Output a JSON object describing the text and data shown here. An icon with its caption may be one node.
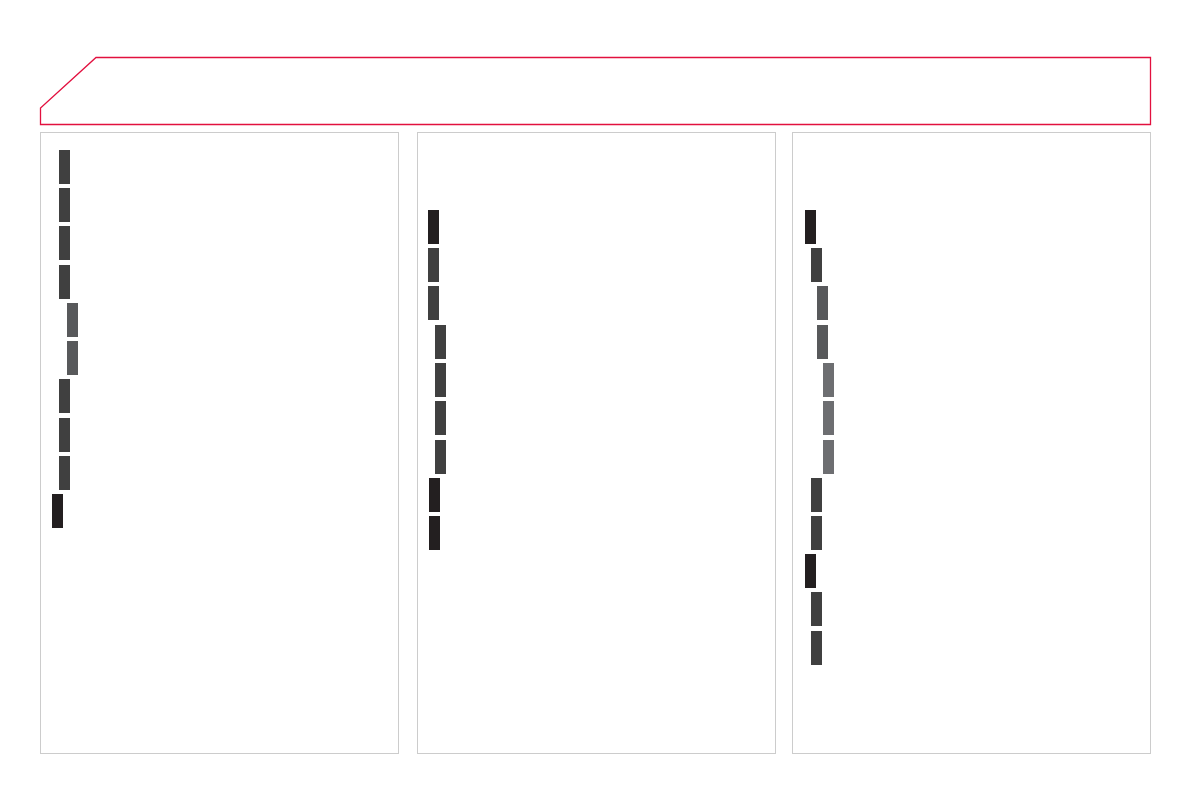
{
  "diagram": {
    "nodes": [
      {
        "text": [],
        "shape": "box"
      },
      {
        "text": [],
        "shape": "box"
      },
      {
        "text": [],
        "shape": "bar",
        "in": 1
      },
      {
        "text": [],
        "shape": "bar",
        "in": 1
      },
      {
        "text": [],
        "shape": "bar",
        "in": 1
      },
      {
        "text": [],
        "shape": "bar",
        "in": 1
      },
      {
        "text": [],
        "shape": "bar",
        "in": 1
      },
      {
        "text": [],
        "shape": "bar",
        "in": 1
      },
      {
        "text": [],
        "shape": "bar",
        "in": 1
      },
      {
        "text": [],
        "shape": "bar",
        "in": 1
      },
      {
        "text": [],
        "shape": "bar",
        "in": 1
      },
      {
        "text": [],
        "shape": "bar",
        "in": 1
      },
      {
        "text": [],
        "shape": "box"
      },
      {
        "text": [],
        "shape": "bar",
        "in": 12
      },
      {
        "text": [],
        "shape": "bar",
        "in": 12
      },
      {
        "text": [],
        "shape": "bar",
        "in": 12
      },
      {
        "text": [],
        "shape": "bar",
        "in": 12
      },
      {
        "text": [],
        "shape": "bar",
        "in": 12
      },
      {
        "text": [],
        "shape": "bar",
        "in": 12
      },
      {
        "text": [],
        "shape": "bar",
        "in": 12
      },
      {
        "text": [],
        "shape": "bar",
        "in": 12
      },
      {
        "text": [],
        "shape": "bar",
        "in": 12
      },
      {
        "text": [],
        "shape": "box"
      },
      {
        "text": [],
        "shape": "bar",
        "in": 22
      },
      {
        "text": [],
        "shape": "bar",
        "in": 22
      },
      {
        "text": [],
        "shape": "bar",
        "in": 22
      },
      {
        "text": [],
        "shape": "bar",
        "in": 22
      },
      {
        "text": [],
        "shape": "bar",
        "in": 22
      },
      {
        "text": [],
        "shape": "bar",
        "in": 22
      },
      {
        "text": [],
        "shape": "bar",
        "in": 22
      },
      {
        "text": [],
        "shape": "bar",
        "in": 22
      },
      {
        "text": [],
        "shape": "bar",
        "in": 22
      },
      {
        "text": [],
        "shape": "bar",
        "in": 22
      },
      {
        "text": [],
        "shape": "bar",
        "in": 22
      },
      {
        "text": [],
        "shape": "bar",
        "in": 22
      }
    ]
  }
}
